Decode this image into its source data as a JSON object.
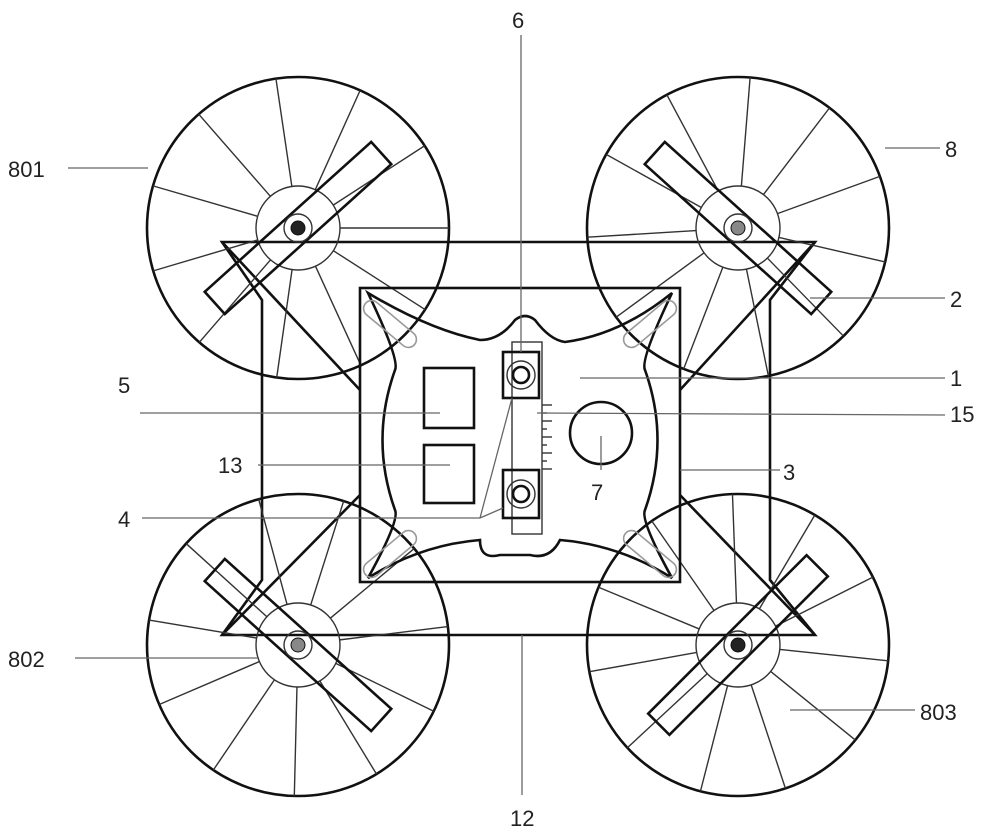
{
  "figure": {
    "labels": {
      "l6": "6",
      "l8": "8",
      "l801": "801",
      "l2": "2",
      "l1": "1",
      "l15": "15",
      "l5": "5",
      "l13": "13",
      "l3": "3",
      "l4": "4",
      "l7": "7",
      "l802": "802",
      "l803": "803",
      "l12": "12"
    },
    "colors": {
      "line": "#111111",
      "leader": "#666666",
      "background": "#ffffff"
    }
  }
}
